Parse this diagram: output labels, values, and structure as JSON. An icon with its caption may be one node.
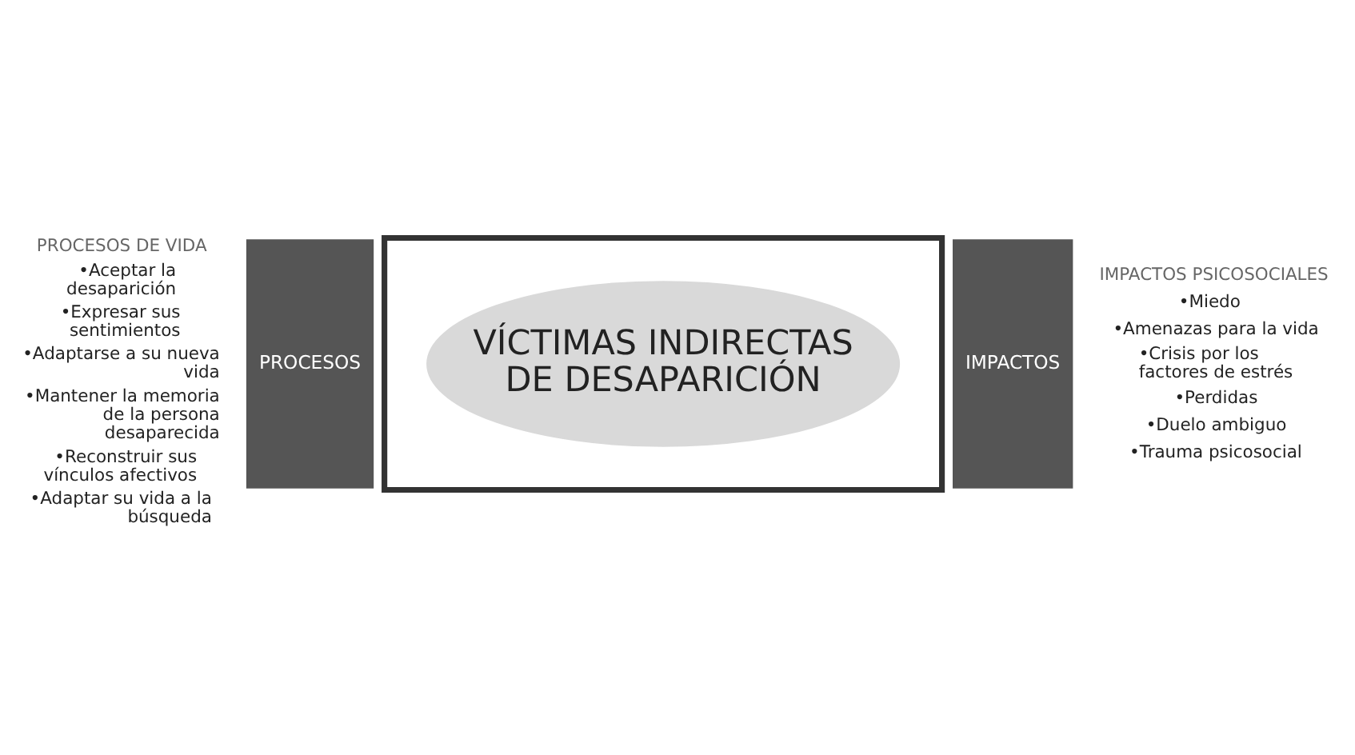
{
  "diagram": {
    "nodes": [
      {
        "text": [],
        "shape": "box"
      },
      {
        "text": [
          "VÍCTIMAS INDIRECTAS DE DESAPARICIÓN"
        ],
        "in": 0
      },
      {
        "text": [
          "PROCESOS"
        ]
      },
      {
        "text": [
          "IMPACTOS"
        ]
      }
    ],
    "edges": [],
    "labels": [
      "PROCESOS DE VIDA",
      "•Aceptar la desaparición",
      "•Expresar sus sentimientos",
      "•Adaptarse a su nueva vida",
      "•Mantener la memoria de la persona desaparecida",
      "•Reconstruir sus vínculos afectivos",
      "•Adaptar su vida a la búsqueda",
      "IMPACTOS PSICOSOCIALES",
      "•Miedo",
      "•Amenazas para la vida",
      "•Crisis por los factores de estrés",
      "•Perdidas",
      "•Duelo ambiguo",
      "•Trauma psicosocial"
    ]
  }
}
